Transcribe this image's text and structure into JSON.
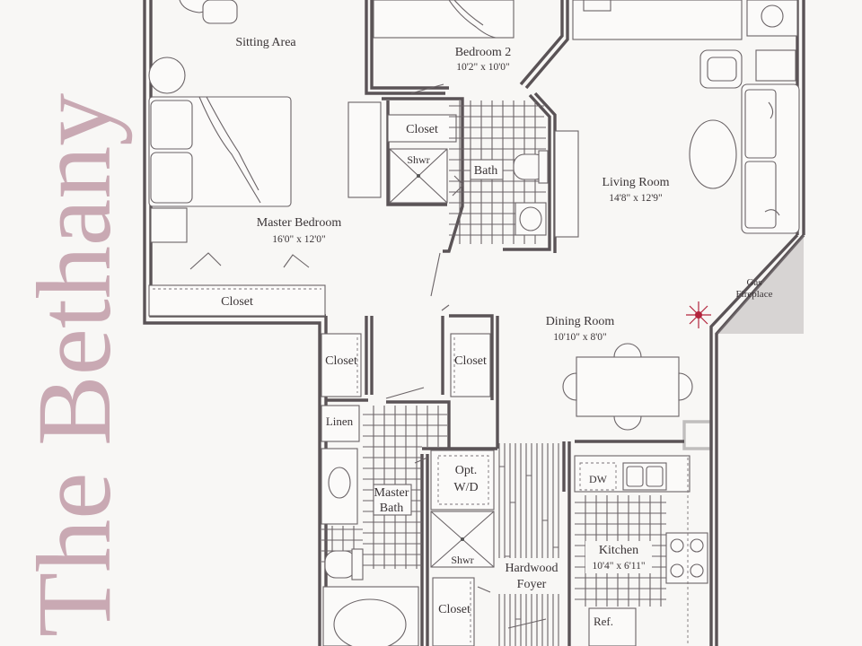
{
  "plan": {
    "title": "The Bethany",
    "title_color": "#c9a9b3",
    "rooms": {
      "sitting_area": {
        "name": "Sitting Area"
      },
      "bedroom2": {
        "name": "Bedroom 2",
        "size": "10'2\" x 10'0\""
      },
      "closet_bed2": {
        "name": "Closet"
      },
      "shower_top": {
        "name": "Shwr"
      },
      "bath": {
        "name": "Bath"
      },
      "living_room": {
        "name": "Living Room",
        "size": "14'8\" x 12'9\""
      },
      "master_bedroom": {
        "name": "Master Bedroom",
        "size": "16'0\" x 12'0\""
      },
      "closet_master": {
        "name": "Closet"
      },
      "fireplace": {
        "name": "Gas Fireplace"
      },
      "dining_room": {
        "name": "Dining Room",
        "size": "10'10\" x 8'0\""
      },
      "closet_left": {
        "name": "Closet"
      },
      "closet_right": {
        "name": "Closet"
      },
      "linen": {
        "name": "Linen"
      },
      "master_bath": {
        "name": "Master Bath"
      },
      "opt_wd": {
        "name": "Opt. W/D"
      },
      "dw": {
        "name": "DW"
      },
      "shower_bottom": {
        "name": "Shwr"
      },
      "foyer": {
        "name": "Hardwood Foyer"
      },
      "kitchen": {
        "name": "Kitchen",
        "size": "10'4\" x 6'11\""
      },
      "closet_bottom": {
        "name": "Closet"
      },
      "ref": {
        "name": "Ref."
      }
    }
  }
}
